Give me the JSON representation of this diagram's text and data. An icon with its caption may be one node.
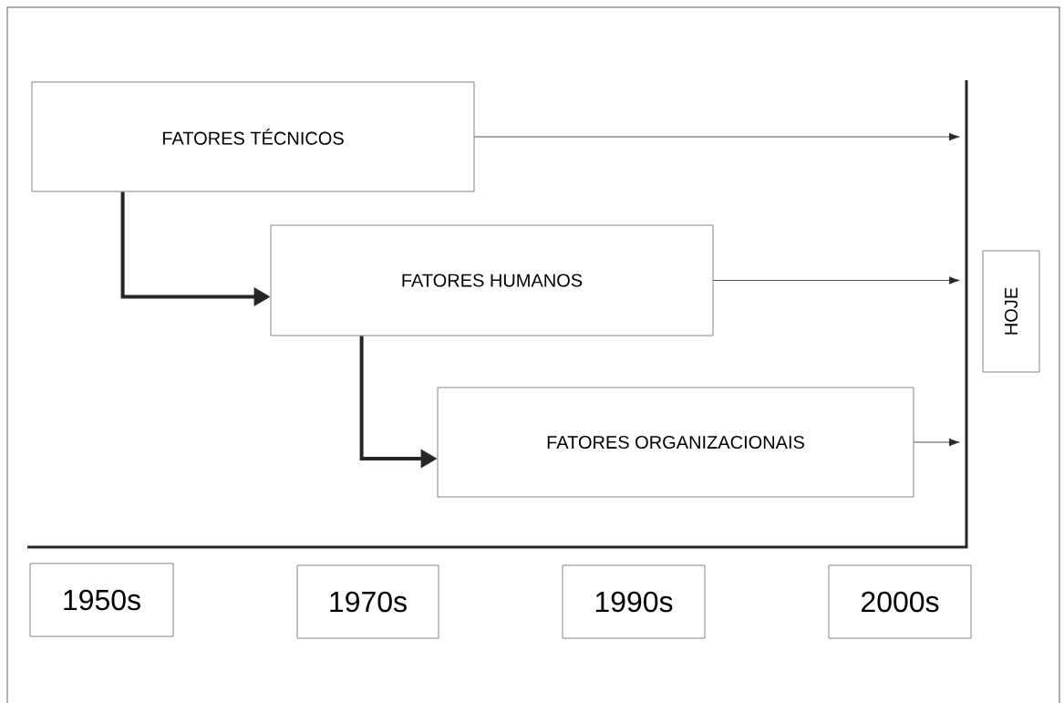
{
  "diagram": {
    "nodes": [
      {
        "text": [
          "FATORES TÉCNICOS"
        ]
      },
      {
        "text": [
          "FATORES HUMANOS"
        ]
      },
      {
        "text": [
          "FATORES ORGANIZACIONAIS"
        ]
      },
      {
        "text": [
          "HOJE"
        ]
      },
      {
        "text": [
          "1950s"
        ]
      },
      {
        "text": [
          "1970s"
        ]
      },
      {
        "text": [
          "1990s"
        ]
      },
      {
        "text": [
          "2000s"
        ]
      }
    ],
    "edges": [
      {
        "from": 0,
        "to": null,
        "arrow": "to"
      },
      {
        "from": 1,
        "to": null,
        "arrow": "to"
      },
      {
        "from": 2,
        "to": null,
        "arrow": "to"
      },
      {
        "from": 0,
        "to": 1,
        "arrow": "to",
        "style": "thick"
      },
      {
        "from": 1,
        "to": 2,
        "arrow": "to",
        "style": "thick"
      }
    ]
  }
}
